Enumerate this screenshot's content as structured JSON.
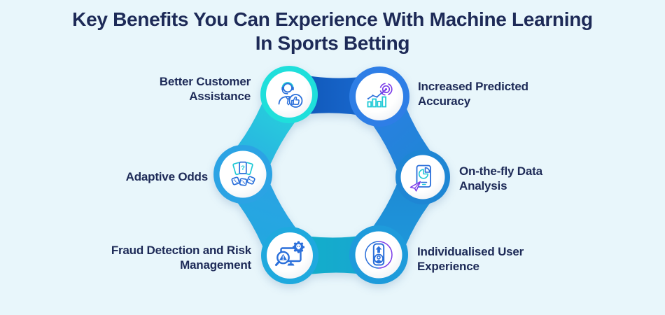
{
  "title": {
    "line1": "Key Benefits You Can Experience With Machine Learning",
    "line2": "In Sports Betting"
  },
  "benefits": [
    {
      "label": "Better Customer Assistance",
      "icon": "customer-support-thumbs-up-icon",
      "node_color": "#1FDFDB"
    },
    {
      "label": "Increased Predicted Accuracy",
      "icon": "bar-chart-target-icon",
      "node_color": "#2E7EE6"
    },
    {
      "label": "Adaptive Odds",
      "icon": "cards-dice-icon",
      "node_color": "#2BA3E4"
    },
    {
      "label": "On-the-fly Data Analysis",
      "icon": "document-pie-chart-paper-plane-icon",
      "node_color": "#1E86D4"
    },
    {
      "label": "Fraud Detection and Risk Management",
      "icon": "monitor-skull-gear-magnifier-icon",
      "node_color": "#1FA9DE"
    },
    {
      "label": "Individualised User Experience",
      "icon": "phone-user-arrow-icon",
      "node_color": "#1E9BDB"
    }
  ],
  "glyphs": {
    "question_mark": "?"
  },
  "colors": {
    "background": "#E8F6FB",
    "title_text": "#1D2A57",
    "label_text": "#1D2A57",
    "node_cyan": "#1FDFDB",
    "node_blue_bright": "#2E7EE6",
    "node_blue": "#1E86D4",
    "node_blue_mid": "#1E9BDB",
    "node_blue_cyan": "#1FA9DE",
    "node_sky": "#2BA3E4",
    "connector_dark_blue": "#0F55B5",
    "connector_dark_blue2": "#1A6BD2",
    "connector_teal": "#12AFC8",
    "connector_blue_teal": "#18A6D2",
    "connector_turquoise": "#26D4DB",
    "inner_circle": "#FFFFFF",
    "icon_blue": "#2A6FDA",
    "icon_cyan": "#1FC9D6",
    "icon_purple": "#7A3BE8"
  }
}
